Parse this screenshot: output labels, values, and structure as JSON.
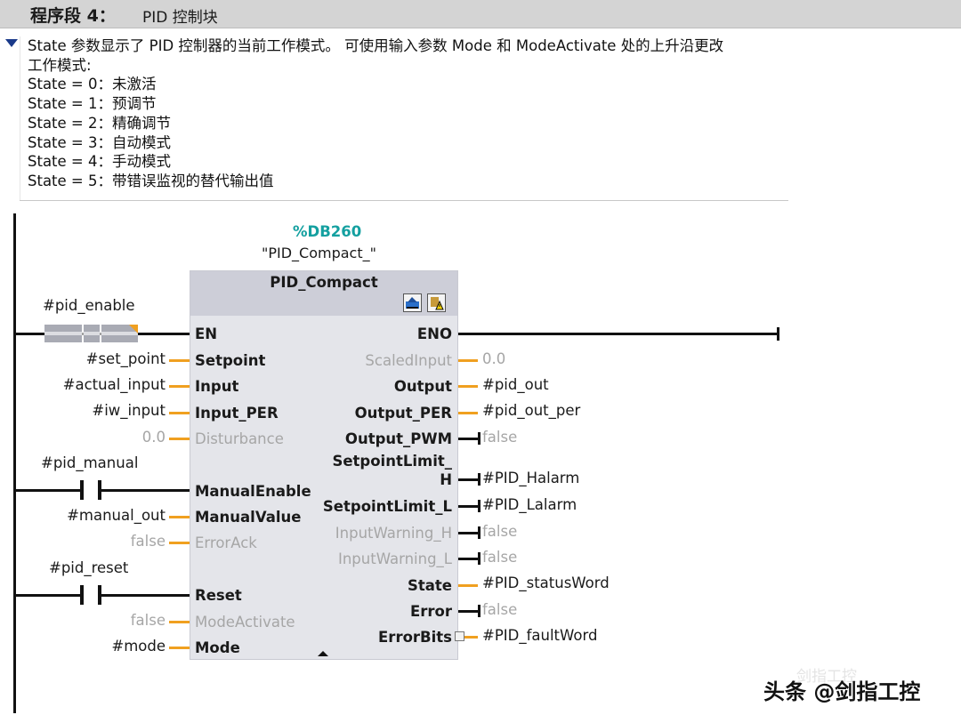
{
  "header": {
    "title": "程序段 4：",
    "subtitle": "PID 控制块"
  },
  "comment": {
    "lines": [
      "State 参数显示了 PID 控制器的当前工作模式。 可使用输入参数 Mode 和 ModeActivate 处的上升沿更改",
      "工作模式:",
      "State = 0：未激活",
      "State = 1：预调节",
      "State = 2：精确调节",
      "State = 3：自动模式",
      "State = 4：手动模式",
      "State = 5：带错误监视的替代输出值"
    ]
  },
  "block": {
    "db": "%DB260",
    "instance": "\"PID_Compact_\"",
    "type": "PID_Compact",
    "inputs": [
      {
        "pin": "EN",
        "var": "#pid_enable",
        "greyed": false
      },
      {
        "pin": "Setpoint",
        "var": "#set_point",
        "greyed": false
      },
      {
        "pin": "Input",
        "var": "#actual_input",
        "greyed": false
      },
      {
        "pin": "Input_PER",
        "var": "#iw_input",
        "greyed": false
      },
      {
        "pin": "Disturbance",
        "var": "0.0",
        "greyed": true
      },
      {
        "pin": "ManualEnable",
        "var": "#pid_manual",
        "greyed": false
      },
      {
        "pin": "ManualValue",
        "var": "#manual_out",
        "greyed": false
      },
      {
        "pin": "ErrorAck",
        "var": "false",
        "greyed": true
      },
      {
        "pin": "Reset",
        "var": "#pid_reset",
        "greyed": false
      },
      {
        "pin": "ModeActivate",
        "var": "false",
        "greyed": true
      },
      {
        "pin": "Mode",
        "var": "#mode",
        "greyed": false
      }
    ],
    "outputs": [
      {
        "pin": "ENO",
        "var": "",
        "greyed": false
      },
      {
        "pin": "ScaledInput",
        "var": "0.0",
        "greyed": true
      },
      {
        "pin": "Output",
        "var": "#pid_out",
        "greyed": false
      },
      {
        "pin": "Output_PER",
        "var": "#pid_out_per",
        "greyed": false
      },
      {
        "pin": "Output_PWM",
        "var": "false",
        "greyed": false,
        "var_greyed": true
      },
      {
        "pin": "SetpointLimit_",
        "pin2": "H",
        "var": "#PID_Halarm",
        "greyed": false
      },
      {
        "pin": "SetpointLimit_L",
        "var": "#PID_Lalarm",
        "greyed": false
      },
      {
        "pin": "InputWarning_H",
        "var": "false",
        "greyed": true
      },
      {
        "pin": "InputWarning_L",
        "var": "false",
        "greyed": true
      },
      {
        "pin": "State",
        "var": "#PID_statusWord",
        "greyed": false
      },
      {
        "pin": "Error",
        "var": "false",
        "greyed": false,
        "var_greyed": true
      },
      {
        "pin": "ErrorBits",
        "var": "#PID_faultWord",
        "greyed": false
      }
    ]
  },
  "icons": [
    "collapse-triangle-icon",
    "commissioning-icon",
    "configuration-icon",
    "expand-arrow-icon"
  ],
  "watermark": {
    "text": "头条 @剑指工控",
    "ghost": "剑指工控"
  }
}
